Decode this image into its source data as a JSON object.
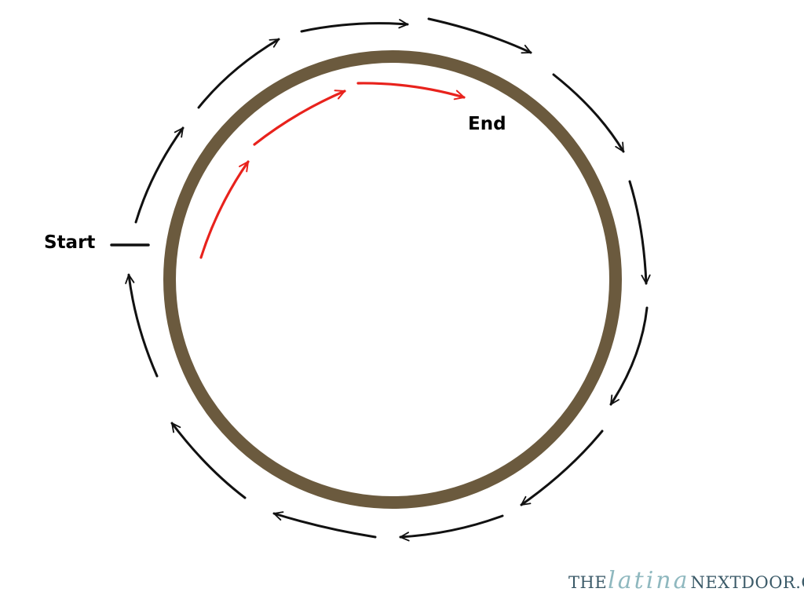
{
  "labels": {
    "start": "Start",
    "end": "End"
  },
  "watermark": {
    "the": "THE",
    "latina": "latina",
    "nextdoor": "NEXTDOOR",
    "com": ".COM"
  },
  "colors": {
    "ring": "#6b5a3e",
    "outer_arrows": "#111111",
    "inner_arrows": "#e8221c",
    "label_text": "#000000",
    "watermark_primary": "#3b5a68",
    "watermark_accent": "#8fb8bf"
  }
}
